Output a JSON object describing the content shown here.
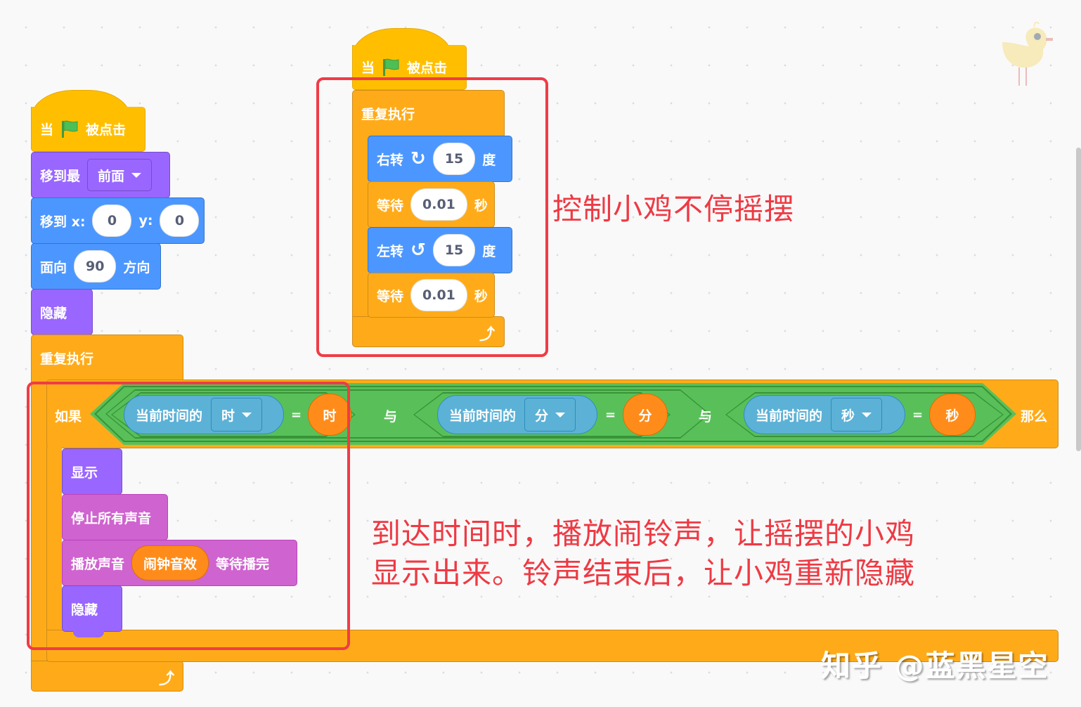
{
  "colors": {
    "events": "#ffbf00",
    "motion": "#4c97ff",
    "looks": "#9966ff",
    "sound": "#cf63cf",
    "control": "#ffab19",
    "operators": "#59c059",
    "sensing": "#5cb1d6",
    "reporter_orange": "#ff8c1a",
    "annotation_red": "#f03c46"
  },
  "script1": {
    "hat": {
      "when": "当",
      "flag_icon": "green-flag",
      "clicked": "被点击"
    },
    "go_to_layer": {
      "label": "移到最",
      "value": "前面"
    },
    "go_to_xy": {
      "label": "移到 x:",
      "x": "0",
      "y_label": "y:",
      "y": "0"
    },
    "point_direction": {
      "label": "面向",
      "value": "90",
      "suffix": "方向"
    },
    "hide": "隐藏",
    "forever": "重复执行",
    "if_block": {
      "if_label": "如果",
      "then_label": "那么",
      "and_label": "与",
      "conditions": [
        {
          "sensing_label": "当前时间的",
          "unit": "时",
          "equals": "=",
          "value": "时"
        },
        {
          "sensing_label": "当前时间的",
          "unit": "分",
          "equals": "=",
          "value": "分"
        },
        {
          "sensing_label": "当前时间的",
          "unit": "秒",
          "equals": "=",
          "value": "秒"
        }
      ],
      "body": {
        "show": "显示",
        "stop_all_sounds": "停止所有声音",
        "play_sound": {
          "label": "播放声音",
          "sound": "闹钟音效",
          "suffix": "等待播完"
        },
        "hide": "隐藏"
      }
    }
  },
  "script2": {
    "hat": {
      "when": "当",
      "flag_icon": "green-flag",
      "clicked": "被点击"
    },
    "forever": "重复执行",
    "turn_right": {
      "label": "右转",
      "icon": "rotate-right",
      "value": "15",
      "suffix": "度"
    },
    "wait1": {
      "label": "等待",
      "value": "0.01",
      "suffix": "秒"
    },
    "turn_left": {
      "label": "左转",
      "icon": "rotate-left",
      "value": "15",
      "suffix": "度"
    },
    "wait2": {
      "label": "等待",
      "value": "0.01",
      "suffix": "秒"
    }
  },
  "annotations": {
    "swing": "控制小鸡不停摇摆",
    "alarm_line1": "到达时间时，播放闹铃声，让摇摆的小鸡",
    "alarm_line2": "显示出来。铃声结束后，让小鸡重新隐藏"
  },
  "watermark": "知乎 @蓝黑星空",
  "sprite": "chick"
}
